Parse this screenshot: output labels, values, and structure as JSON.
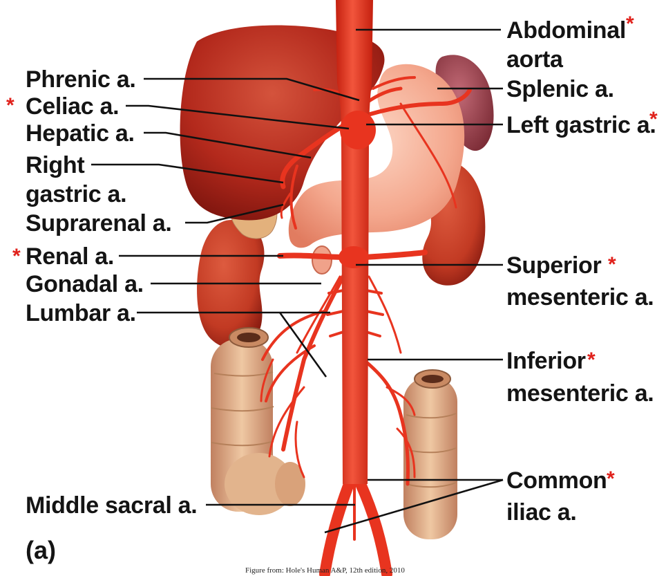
{
  "labels": {
    "abdominal_aorta_1": "Abdominal",
    "abdominal_aorta_2": "aorta",
    "splenic": "Splenic a.",
    "left_gastric": "Left gastric a.",
    "phrenic": "Phrenic a.",
    "celiac": "Celiac a.",
    "hepatic": "Hepatic a.",
    "right_gastric_1": "Right",
    "right_gastric_2": "gastric a.",
    "suprarenal": "Suprarenal a.",
    "renal": "Renal a.",
    "gonadal": "Gonadal a.",
    "lumbar": "Lumbar a.",
    "superior_mesenteric_1": "Superior",
    "superior_mesenteric_2": "mesenteric a.",
    "inferior_mesenteric_1": "Inferior",
    "inferior_mesenteric_2": "mesenteric a.",
    "common_iliac_1": "Common",
    "common_iliac_2": "iliac a.",
    "middle_sacral": "Middle sacral a.",
    "asterisk": "*"
  },
  "panel_label": "(a)",
  "credit": "Figure from: Hole's Human A&P, 12th edition, 2010",
  "colors": {
    "artery": "#e8341f",
    "liver": "#b3291c",
    "kidney": "#c23a23",
    "stomach": "#f29a80",
    "intestine": "#d9a27a",
    "asterisk": "#e0211b",
    "text": "#141414"
  }
}
